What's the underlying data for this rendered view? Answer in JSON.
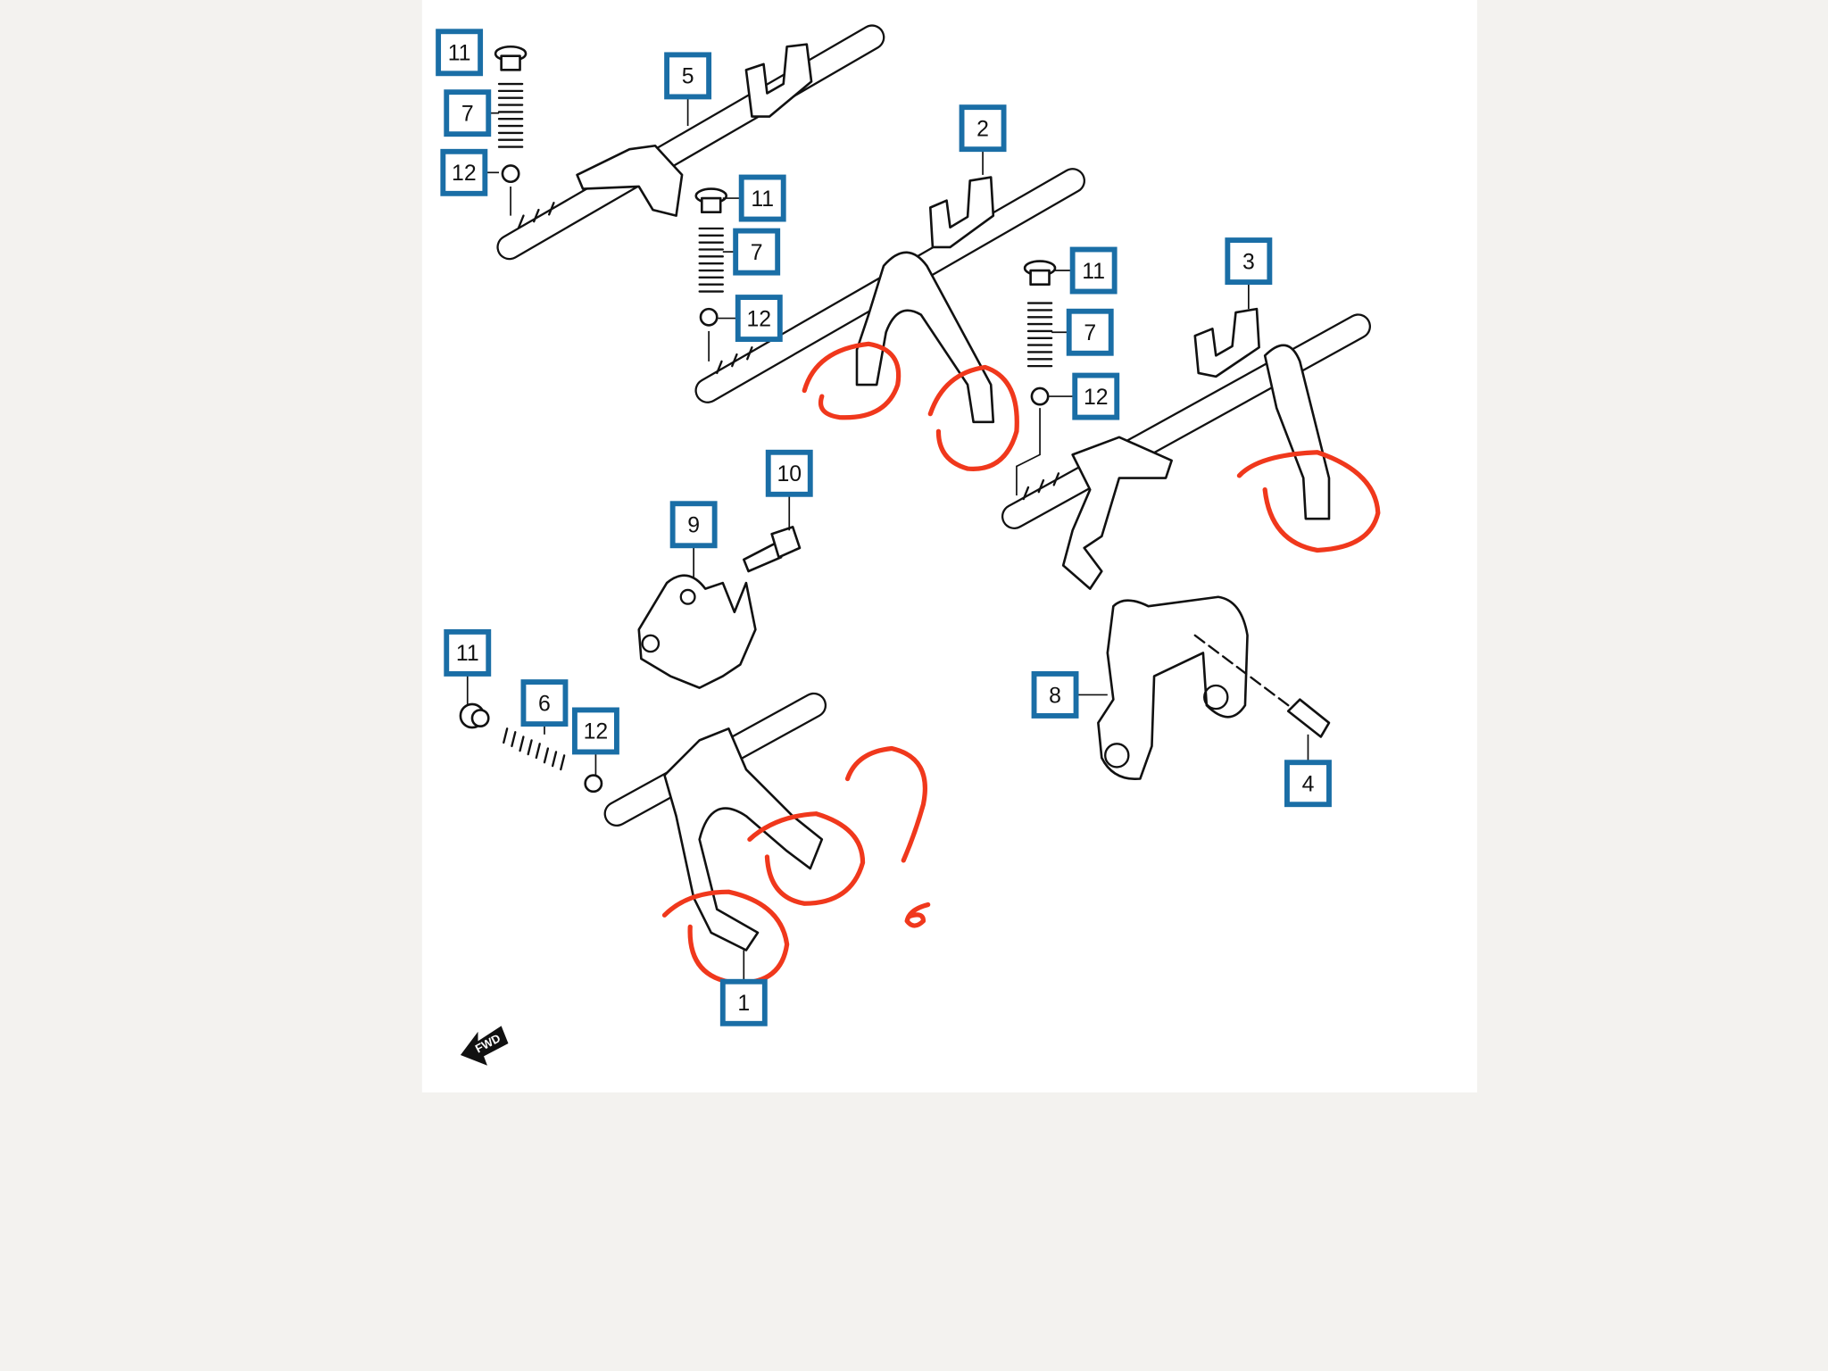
{
  "diagram": {
    "type": "exploded parts diagram - transmission gear shift forks",
    "callouts": [
      {
        "id": "c11a",
        "label": "11"
      },
      {
        "id": "c7a",
        "label": "7"
      },
      {
        "id": "c12a",
        "label": "12"
      },
      {
        "id": "c5",
        "label": "5"
      },
      {
        "id": "c11b",
        "label": "11"
      },
      {
        "id": "c7b",
        "label": "7"
      },
      {
        "id": "c12b",
        "label": "12"
      },
      {
        "id": "c2",
        "label": "2"
      },
      {
        "id": "c11c",
        "label": "11"
      },
      {
        "id": "c7c",
        "label": "7"
      },
      {
        "id": "c12c",
        "label": "12"
      },
      {
        "id": "c3",
        "label": "3"
      },
      {
        "id": "c10",
        "label": "10"
      },
      {
        "id": "c9",
        "label": "9"
      },
      {
        "id": "c11d",
        "label": "11"
      },
      {
        "id": "c6",
        "label": "6"
      },
      {
        "id": "c12d",
        "label": "12"
      },
      {
        "id": "c8",
        "label": "8"
      },
      {
        "id": "c4",
        "label": "4"
      },
      {
        "id": "c1",
        "label": "1"
      }
    ],
    "direction_marker": "FWD",
    "colors": {
      "callout_border": "#1a6ea6",
      "annotation": "#f0381c",
      "background": "#f3f2ef"
    }
  }
}
